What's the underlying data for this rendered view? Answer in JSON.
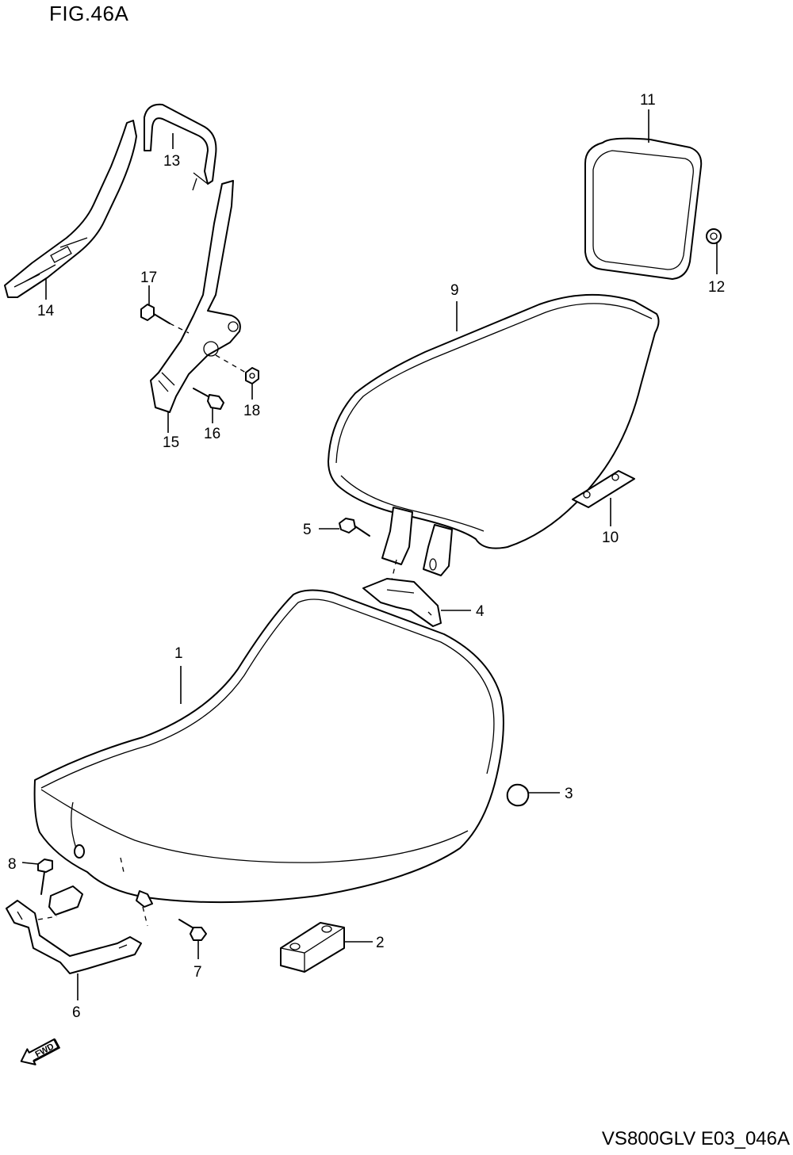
{
  "figure": {
    "title": "FIG.46A",
    "code": "VS800GLV E03_046A"
  },
  "callouts": {
    "c1": "1",
    "c2": "2",
    "c3": "3",
    "c4": "4",
    "c5": "5",
    "c6": "6",
    "c7": "7",
    "c8": "8",
    "c9": "9",
    "c10": "10",
    "c11": "11",
    "c12": "12",
    "c13": "13",
    "c14": "14",
    "c15": "15",
    "c16": "16",
    "c17": "17",
    "c18": "18"
  },
  "direction": {
    "label": "FWD",
    "icon": "forward-arrow-icon"
  }
}
